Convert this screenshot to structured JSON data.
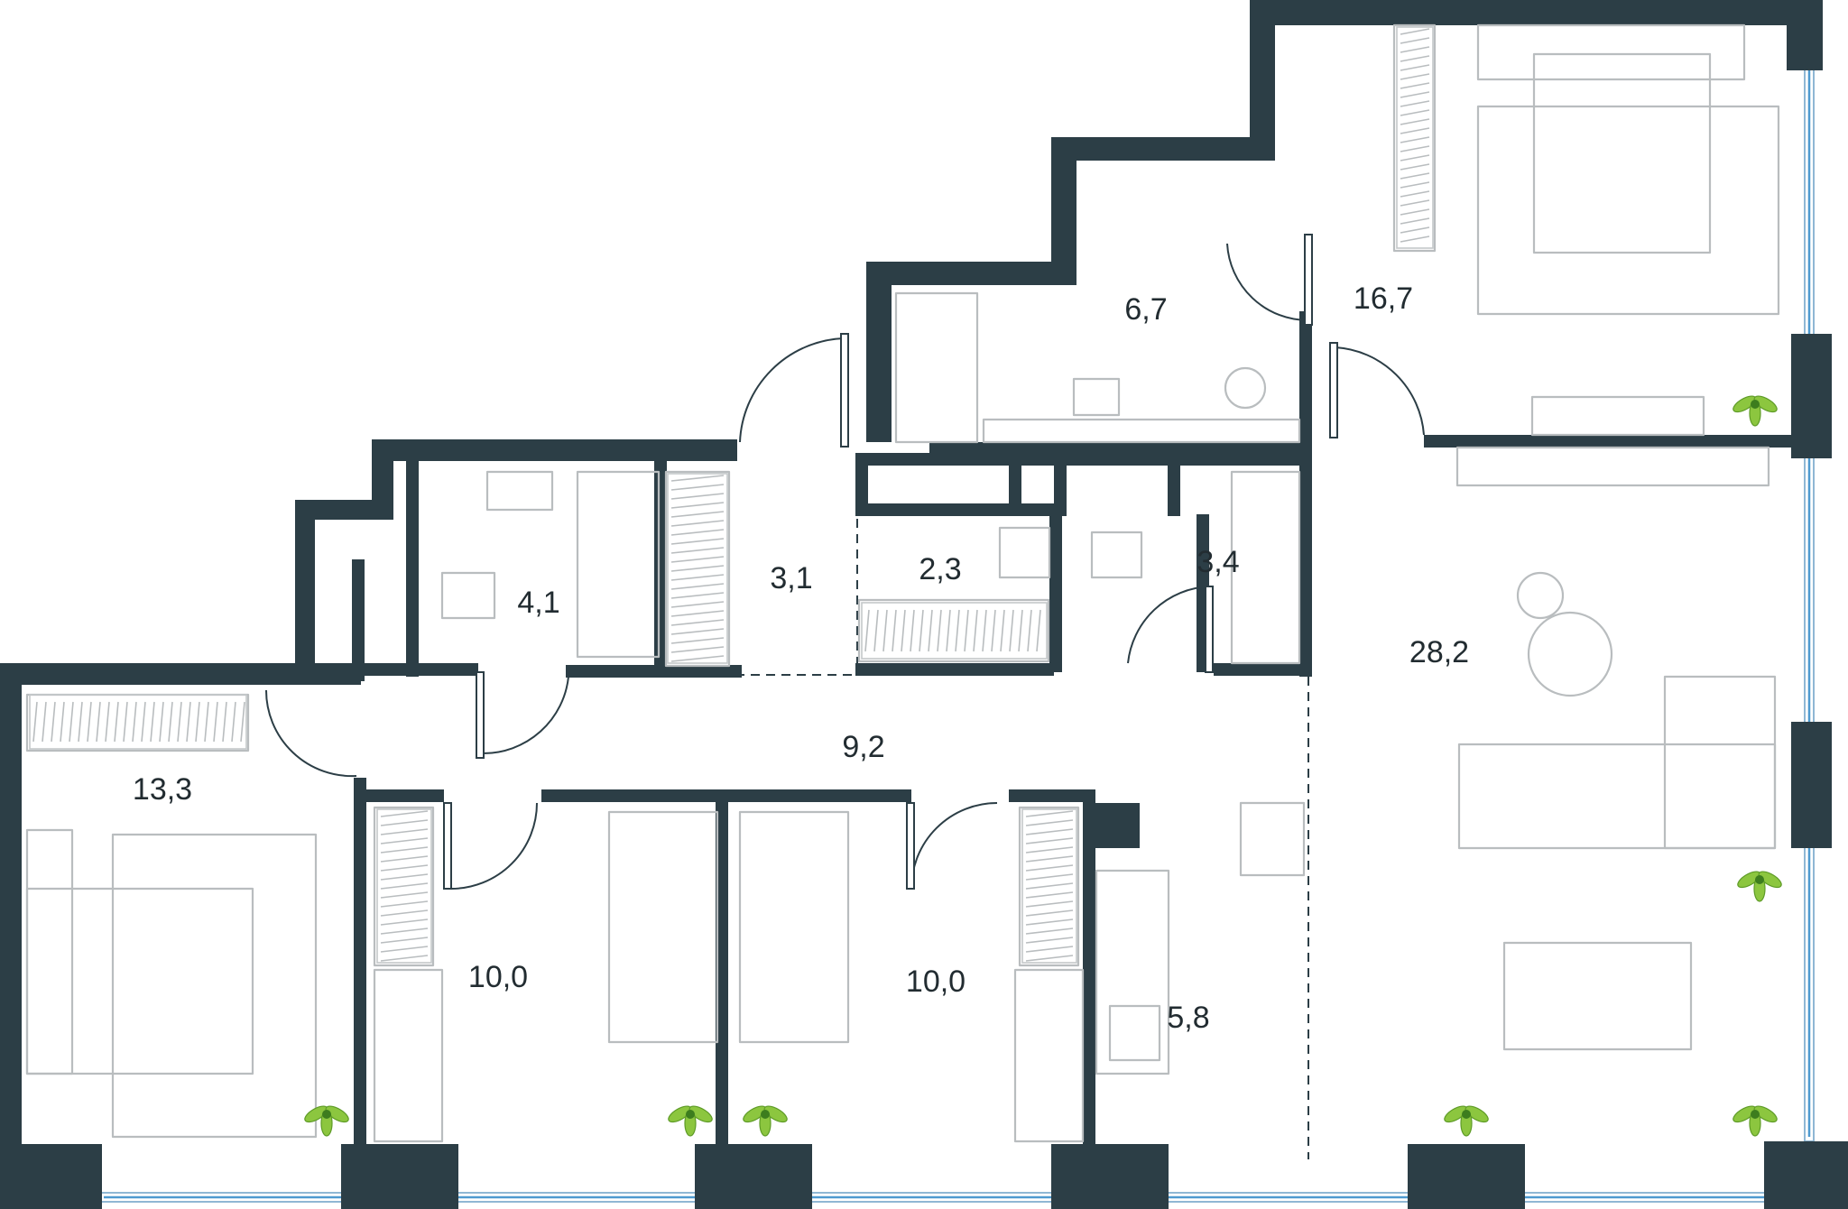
{
  "rooms": [
    {
      "id": "bedroom-master",
      "area": "16,7"
    },
    {
      "id": "bathroom-master",
      "area": "6,7"
    },
    {
      "id": "living-room",
      "area": "28,2"
    },
    {
      "id": "bathroom-left",
      "area": "4,1"
    },
    {
      "id": "corridor-small",
      "area": "3,1"
    },
    {
      "id": "laundry",
      "area": "2,3"
    },
    {
      "id": "bathroom-guest",
      "area": "3,4"
    },
    {
      "id": "hallway",
      "area": "9,2"
    },
    {
      "id": "bedroom-left",
      "area": "13,3"
    },
    {
      "id": "bedroom-child-1",
      "area": "10,0"
    },
    {
      "id": "bedroom-child-2",
      "area": "10,0"
    },
    {
      "id": "kitchen",
      "area": "5,8"
    }
  ],
  "colors": {
    "wall": "#2c3e46",
    "furniture": "#b9bdbf",
    "window": "#4e9ad0",
    "plant": "#8cc63f"
  }
}
